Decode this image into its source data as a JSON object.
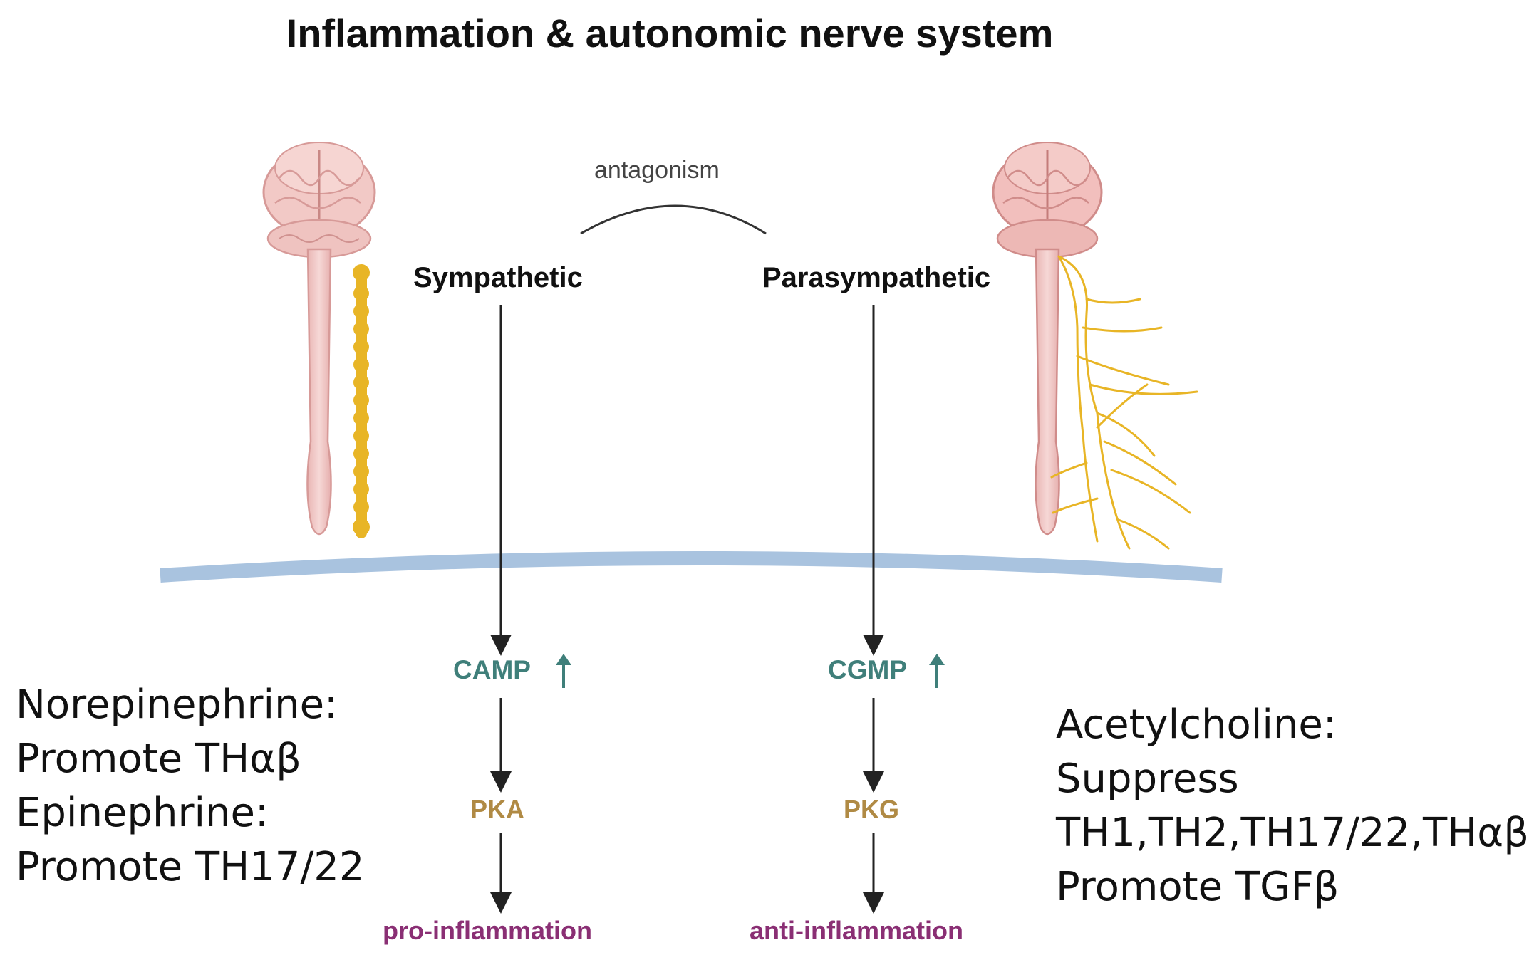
{
  "title": "Inflammation & autonomic nerve system",
  "antagonism_label": "antagonism",
  "sympathetic": {
    "label": "Sympathetic",
    "second_messenger": "CAMP",
    "kinase": "PKA",
    "outcome": "pro-inflammation"
  },
  "parasympathetic": {
    "label": "Parasympathetic",
    "second_messenger": "CGMP",
    "kinase": "PKG",
    "outcome": "anti-inflammation"
  },
  "left_notes": [
    "Norepinephrine:",
    "Promote THαβ",
    "Epinephrine:",
    "Promote TH17/22"
  ],
  "right_notes": [
    "Acetylcholine:",
    "Suppress",
    "TH1,TH2,TH17/22,THαβ",
    "Promote TGFβ"
  ],
  "icons": {
    "left_illustration": "brain-spinal-cord-sympathetic-chain-icon",
    "right_illustration": "brain-spinal-cord-vagus-nerve-icon",
    "membrane": "cell-membrane-line",
    "increase": "up-arrow-icon"
  },
  "colors": {
    "brain": "#f2c9c6",
    "ganglion_chain": "#e8b526",
    "nerves": "#e8b526",
    "membrane": "#a9c3df",
    "signal": "#3f7f7a",
    "kinase": "#b08a44",
    "outcome": "#8a2f74"
  }
}
